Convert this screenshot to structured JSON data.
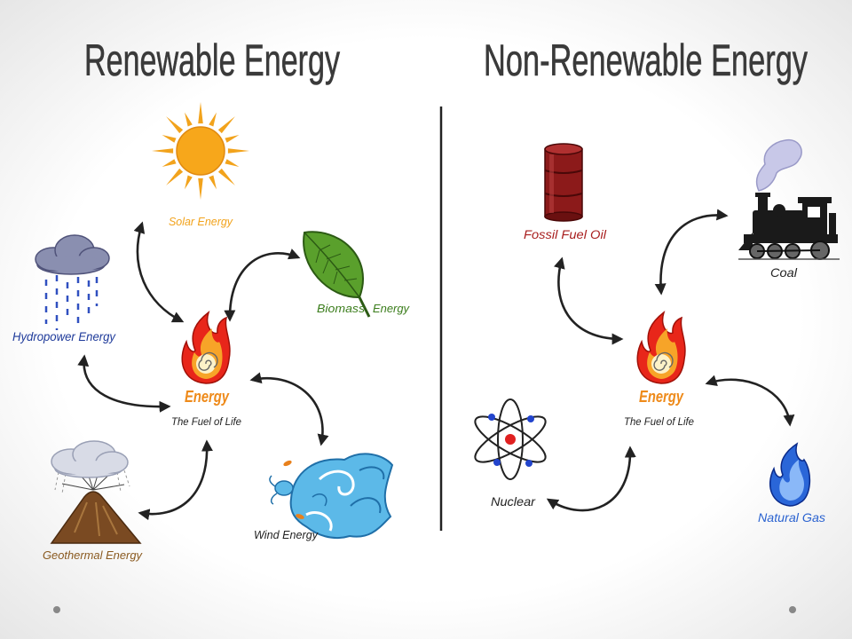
{
  "slide": {
    "left_title": "Renewable Energy",
    "right_title": "Non-Renewable Energy"
  },
  "renewable": {
    "solar": "Solar Energy",
    "biomass_word": "Biomass",
    "biomass_energy_word": "Energy",
    "hydropower": "Hydropower Energy",
    "geothermal": "Geothermal Energy",
    "wind": "Wind Energy",
    "center_title": "Energy",
    "center_subtitle": "The Fuel of Life"
  },
  "non_renewable": {
    "fossil": "Fossil Fuel Oil",
    "coal": "Coal",
    "nuclear": "Nuclear",
    "natural_gas": "Natural Gas",
    "center_title": "Energy",
    "center_subtitle": "The Fuel of Life"
  },
  "icons": {
    "solar": "sun-icon",
    "biomass": "leaf-icon",
    "hydropower": "rain-cloud-icon",
    "geothermal": "volcano-icon",
    "wind": "wind-wave-icon",
    "energy": "flame-icon",
    "fossil": "oil-barrel-icon",
    "coal": "steam-train-icon",
    "nuclear": "atom-icon",
    "natural_gas": "blue-flame-icon"
  },
  "colors": {
    "title": "#3a3a3a",
    "solar": "#f2a31c",
    "biomass": "#3b7d1c",
    "hydropower": "#1e3a9a",
    "geothermal": "#8a5a20",
    "wind": "#222222",
    "energy": "#ee8a1a",
    "subtitle": "#222222",
    "fossil": "#a81e1e",
    "coal": "#222222",
    "nuclear": "#222222",
    "natural_gas": "#2a62d0"
  }
}
